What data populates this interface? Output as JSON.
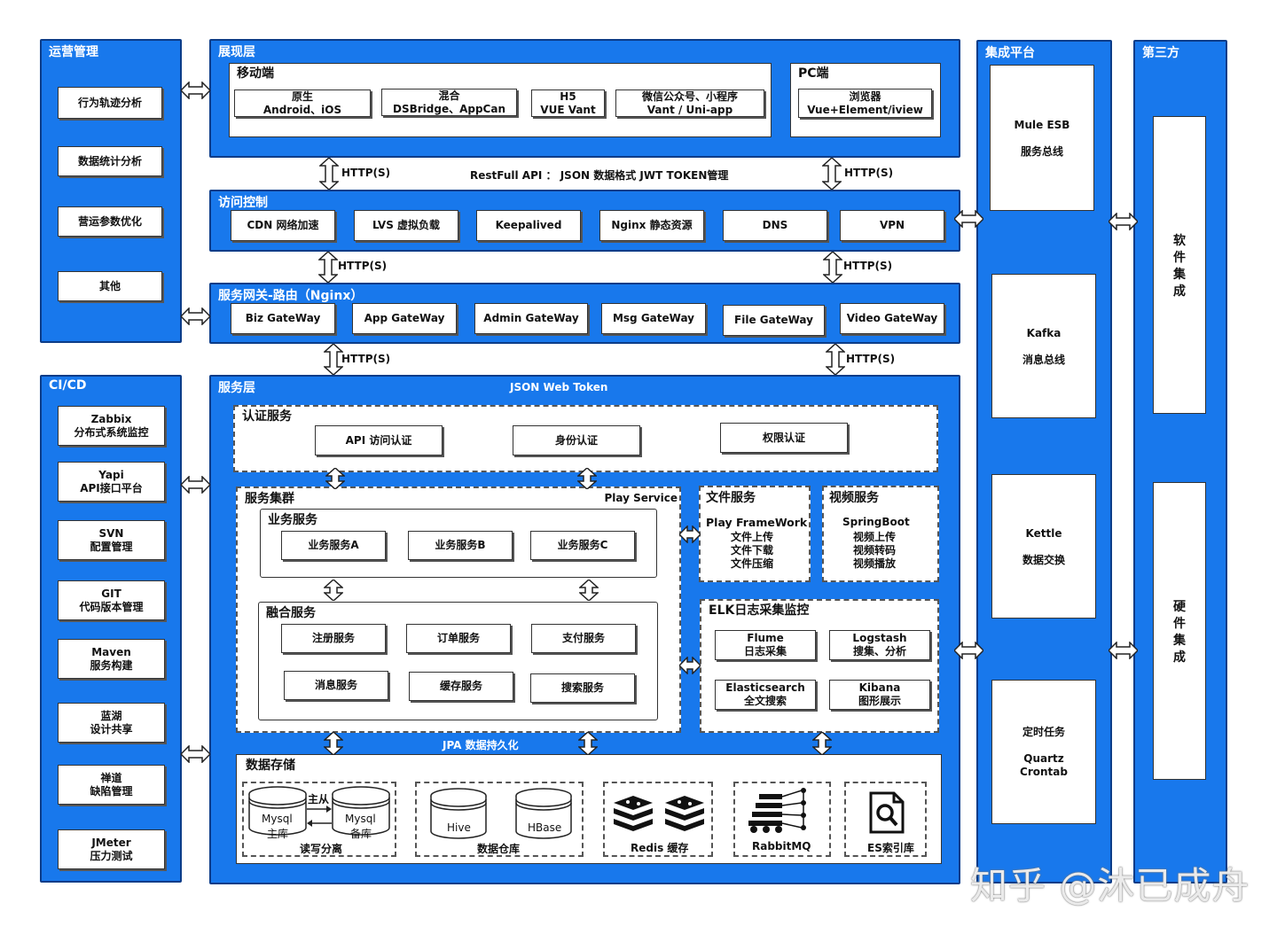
{
  "ops": {
    "title": "运营管理",
    "items": [
      "行为轨迹分析",
      "数据统计分析",
      "营运参数优化",
      "其他"
    ]
  },
  "cicd": {
    "title": "CI/CD",
    "items": [
      [
        "Zabbix",
        "分布式系统监控"
      ],
      [
        "Yapi",
        "API接口平台"
      ],
      [
        "SVN",
        "配置管理"
      ],
      [
        "GIT",
        "代码版本管理"
      ],
      [
        "Maven",
        "服务构建"
      ],
      [
        "蓝湖",
        "设计共享"
      ],
      [
        "禅道",
        "缺陷管理"
      ],
      [
        "JMeter",
        "压力测试"
      ]
    ]
  },
  "presentation": {
    "title": "展现层",
    "mobile_title": "移动端",
    "mobile_items": [
      [
        "原生",
        "Android、iOS"
      ],
      [
        "混合",
        "DSBridge、AppCan"
      ],
      [
        "H5",
        "VUE Vant"
      ],
      [
        "微信公众号、小程序",
        "Vant / Uni-app"
      ]
    ],
    "pc_title": "PC端",
    "pc_items": [
      [
        "浏览器",
        "Vue+Element/iview"
      ]
    ]
  },
  "http_label": "HTTP(S)",
  "api_note": "RestFull API  ：  JSON 数据格式    JWT TOKEN管理",
  "access": {
    "title": "访问控制",
    "items": [
      "CDN 网络加速",
      "LVS 虚拟负载",
      "Keepalived",
      "Nginx 静态资源",
      "DNS",
      "VPN"
    ]
  },
  "gateway": {
    "title": "服务网关-路由（Nginx）",
    "items": [
      "Biz GateWay",
      "App GateWay",
      "Admin GateWay",
      "Msg GateWay",
      "File GateWay",
      "Video GateWay"
    ]
  },
  "service": {
    "title": "服务层",
    "jwt": "JSON Web Token",
    "auth_title": "认证服务",
    "auth_items": [
      "API 访问认证",
      "身份认证",
      "权限认证"
    ],
    "cluster_title": "服务集群",
    "play_service": "Play Service",
    "biz_title": "业务服务",
    "biz_items": [
      "业务服务A",
      "业务服务B",
      "业务服务C"
    ],
    "fusion_title": "融合服务",
    "fusion_items": [
      "注册服务",
      "订单服务",
      "支付服务",
      "消息服务",
      "缓存服务",
      "搜索服务"
    ],
    "file_title": "文件服务",
    "file_lines": [
      "Play FrameWork",
      "文件上传",
      "文件下载",
      "文件压缩"
    ],
    "video_title": "视频服务",
    "video_lines": [
      "SpringBoot",
      "视频上传",
      "视频转码",
      "视频播放"
    ],
    "elk_title": "ELK日志采集监控",
    "elk_items": [
      [
        "Flume",
        "日志采集"
      ],
      [
        "Logstash",
        "搜集、分析"
      ],
      [
        "Elasticsearch",
        "全文搜索"
      ],
      [
        "Kibana",
        "图形展示"
      ]
    ],
    "jpa": "JPA 数据持久化",
    "storage_title": "数据存储",
    "mysql_master": [
      "Mysql",
      "主库"
    ],
    "mysql_slave": [
      "Mysql",
      "备库"
    ],
    "master_slave": "主从",
    "rw_split": "读写分离",
    "hive": "Hive",
    "hbase": "HBase",
    "warehouse": "数据仓库",
    "redis": "Redis 缓存",
    "rabbitmq": "RabbitMQ",
    "es_index": "ES索引库"
  },
  "integration": {
    "title": "集成平台",
    "items": [
      [
        "Mule ESB",
        "服务总线"
      ],
      [
        "Kafka",
        "消息总线"
      ],
      [
        "Kettle",
        "数据交换"
      ],
      [
        "定时任务",
        "Quartz",
        "Crontab"
      ]
    ]
  },
  "thirdparty": {
    "title": "第三方",
    "items": [
      "软件集成",
      "硬件集成"
    ]
  },
  "watermark": "知乎 @沐已成舟",
  "colors": {
    "panel_blue": "#1878ec",
    "panel_border": "#0c3c88"
  }
}
